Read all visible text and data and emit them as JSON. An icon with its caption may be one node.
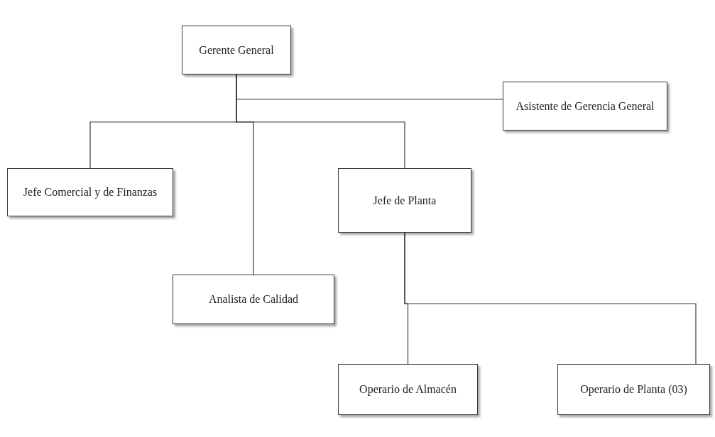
{
  "diagram": {
    "nodes": [
      {
        "text": [
          "Gerente General"
        ]
      },
      {
        "text": [
          "Asistente de Gerencia General"
        ]
      },
      {
        "text": [
          "Jefe Comercial y de Finanzas"
        ]
      },
      {
        "text": [
          "Jefe de Planta"
        ]
      },
      {
        "text": [
          "Analista de Calidad"
        ]
      },
      {
        "text": [
          "Operario de Almacén"
        ]
      },
      {
        "text": [
          "Operario de Planta (03)"
        ]
      }
    ],
    "edges": [
      {
        "from": 0,
        "to": 1,
        "arrow": "none"
      },
      {
        "from": 0,
        "to": 2,
        "arrow": "none"
      },
      {
        "from": 0,
        "to": 4,
        "arrow": "none"
      },
      {
        "from": 0,
        "to": 3,
        "arrow": "none"
      },
      {
        "from": 3,
        "to": 5,
        "arrow": "none"
      },
      {
        "from": 3,
        "to": 6,
        "arrow": "none"
      }
    ]
  }
}
